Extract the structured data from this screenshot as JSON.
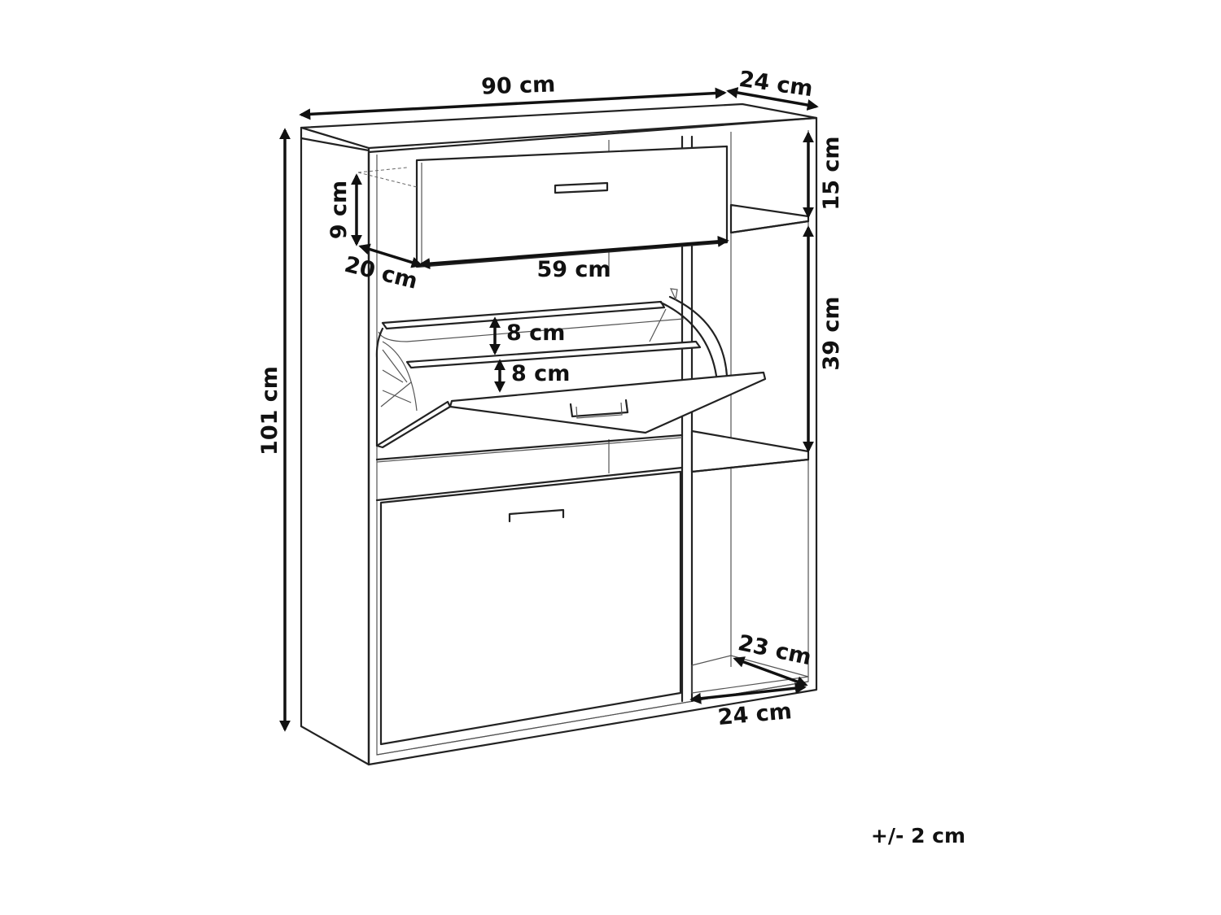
{
  "dimensions": {
    "width": "90 cm",
    "depth": "24 cm",
    "height": "101 cm",
    "top_drawer_height": "9 cm",
    "top_drawer_depth": "20 cm",
    "top_drawer_width": "59 cm",
    "shoe_tier_upper": "8 cm",
    "shoe_tier_lower": "8 cm",
    "top_shelf_height": "15 cm",
    "middle_shelf_height": "39 cm",
    "bottom_shelf_depth": "23 cm",
    "bottom_shelf_width": "24 cm"
  },
  "tolerance": "+/- 2 cm"
}
